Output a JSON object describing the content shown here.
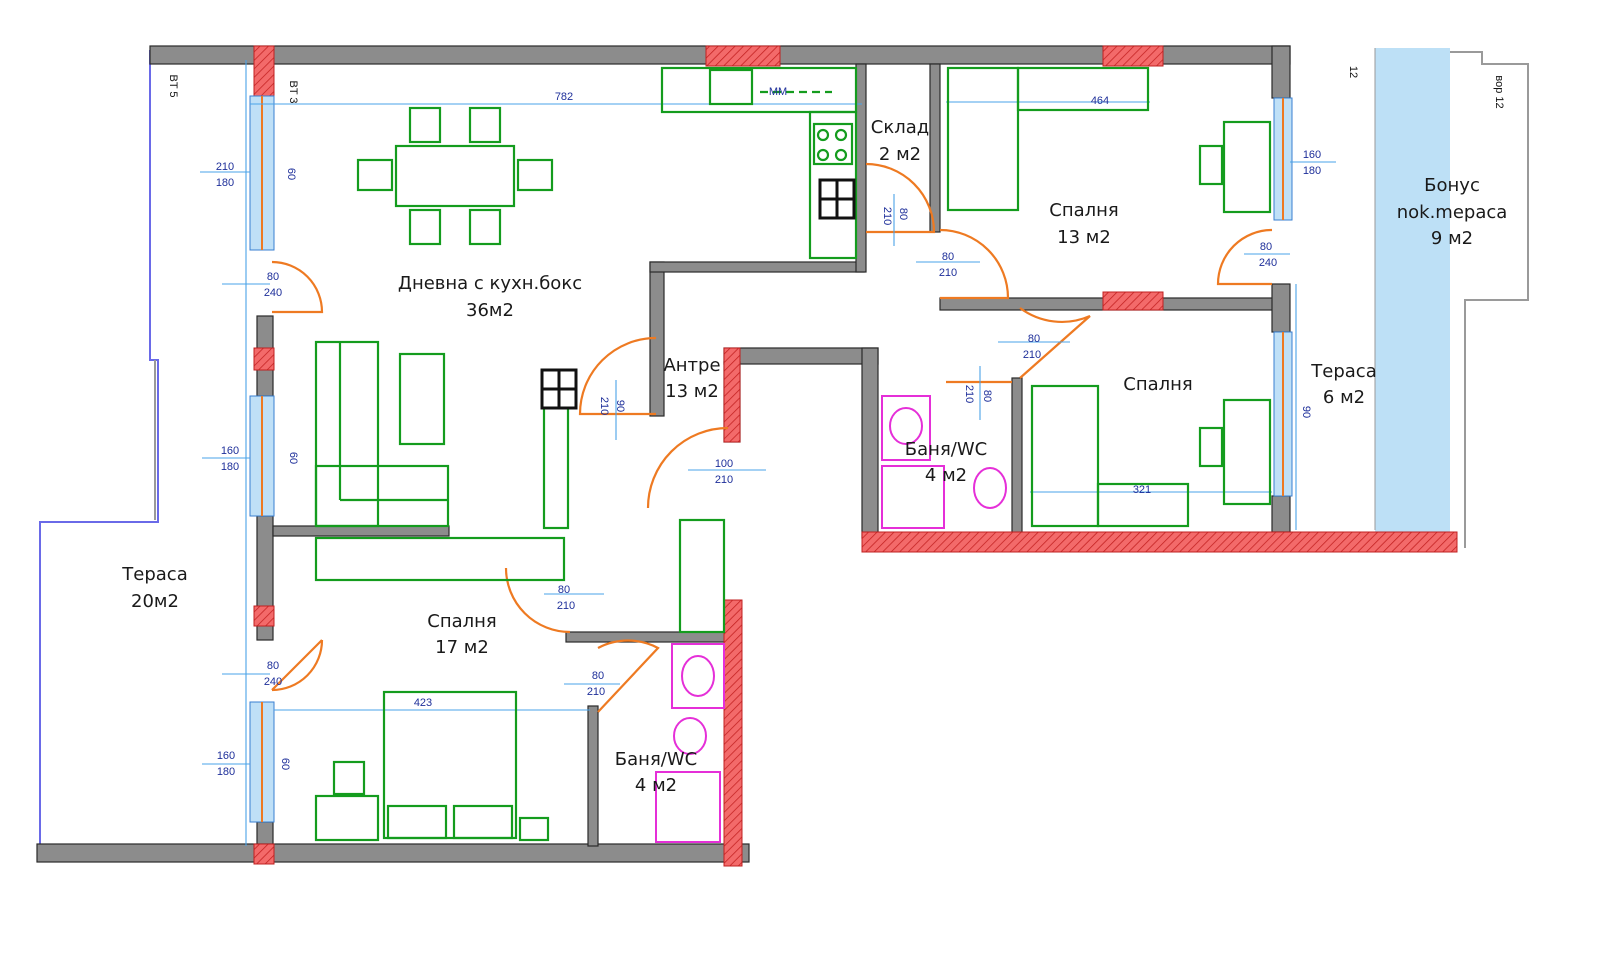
{
  "rooms": {
    "living_name": "Дневна с кухн.бокс",
    "living_area": "36м2",
    "storage_name": "Склад",
    "storage_area": "2 м2",
    "bedroom_ne_name": "Спалня",
    "bedroom_ne_area": "13 м2",
    "bonus_name": "Бонус",
    "bonus_sub": "nok.mepaca",
    "bonus_area": "9 м2",
    "hall_name": "Антре",
    "hall_area": "13 м2",
    "bedroom_e_name": "Спалня",
    "terrace_e_name": "Тераса",
    "terrace_e_area": "6 м2",
    "bath_e_name": "Баня/WC",
    "bath_e_area": "4 м2",
    "terrace_w_name": "Тераса",
    "terrace_w_area": "20м2",
    "bedroom_sw_name": "Спалня",
    "bedroom_sw_area": "17 м2",
    "bath_s_name": "Баня/WC",
    "bath_s_area": "4 м2"
  },
  "dims": {
    "top_span": "782",
    "win1_w": "210",
    "win1_h": "180",
    "win1_sill": "60",
    "door1_w": "80",
    "door1_h": "240",
    "win2_w": "160",
    "win2_h": "180",
    "win2_sill": "60",
    "door2_w": "80",
    "door2_h": "240",
    "win3_w": "160",
    "win3_h": "180",
    "win3_sill": "60",
    "span_423": "423",
    "store_door_w": "80",
    "store_door_h": "210",
    "hall_door_w": "90",
    "hall_door_h": "210",
    "ne_door_w": "80",
    "ne_door_h": "210",
    "e_door_w": "80",
    "e_door_h": "210",
    "bath_door_w": "80",
    "bath_door_h": "210",
    "entry_w": "100",
    "entry_h": "210",
    "sw_door_w": "80",
    "sw_door_h": "210",
    "bs_door_w": "80",
    "bs_door_h": "210",
    "nr_win_w": "160",
    "nr_win_h": "180",
    "nr_door_w": "80",
    "nr_door_h": "240",
    "er_sill": "90",
    "span_464": "464",
    "span_321": "321",
    "kitchen_mm": "MM"
  },
  "codes": {
    "vt5": "BT 5",
    "vt3": "BT 3",
    "n12": "12",
    "vor12": "вор 12"
  },
  "colors": {
    "wall": "#8c8c8c",
    "column": "#e64646",
    "window": "#bfe0f7",
    "door": "#ee7a22",
    "furniture": "#149c1e",
    "sanitary": "#e52fd8",
    "dimension": "#4aa3e8",
    "bonus_terrace": "#bde0f6"
  }
}
